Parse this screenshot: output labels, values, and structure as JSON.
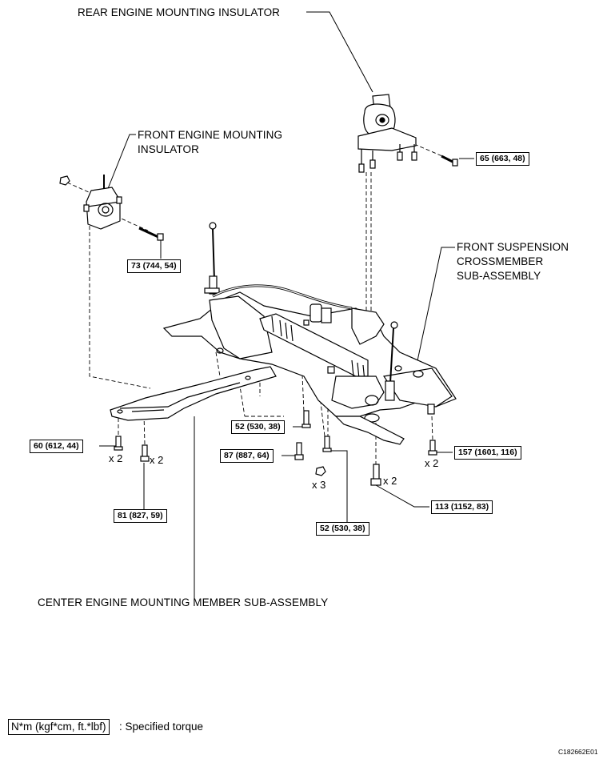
{
  "labels": {
    "rear_insulator": "REAR ENGINE MOUNTING INSULATOR",
    "front_insulator_line1": "FRONT ENGINE MOUNTING",
    "front_insulator_line2": "INSULATOR",
    "crossmember_line1": "FRONT SUSPENSION",
    "crossmember_line2": "CROSSMEMBER",
    "crossmember_line3": "SUB-ASSEMBLY",
    "center_member": "CENTER ENGINE MOUNTING MEMBER SUB-ASSEMBLY"
  },
  "torques": {
    "t65": "65 (663, 48)",
    "t73": "73 (744, 54)",
    "t52_upper": "52 (530, 38)",
    "t60": "60 (612, 44)",
    "t87": "87 (887, 64)",
    "t157": "157 (1601, 116)",
    "t81": "81 (827, 59)",
    "t113": "113 (1152, 83)",
    "t52_lower": "52 (530, 38)"
  },
  "quantities": {
    "q60": "x 2",
    "q81": "x 2",
    "q52": "x 3",
    "q113": "x 2",
    "q157": "x 2"
  },
  "legend": {
    "unit_box": "N*m (kgf*cm, ft.*lbf)",
    "description": ": Specified torque"
  },
  "figure_code": "C182662E01"
}
